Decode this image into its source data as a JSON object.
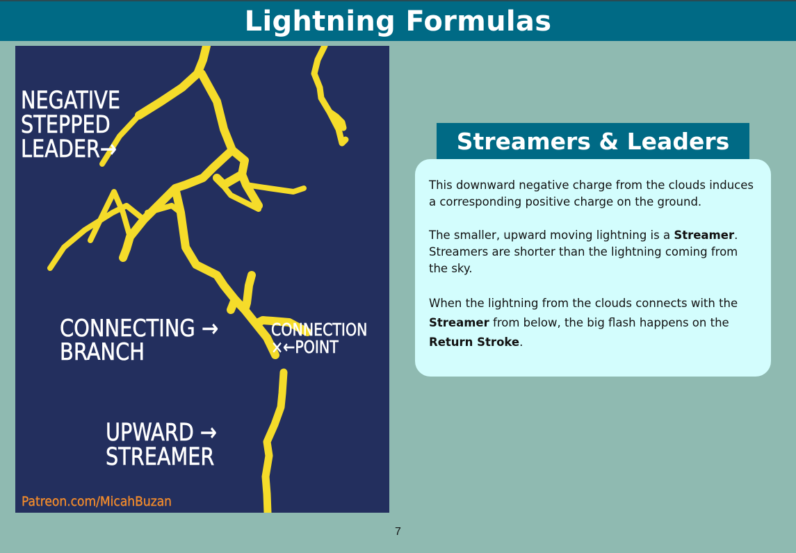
{
  "header": {
    "title": "Lightning Formulas"
  },
  "illustration": {
    "labels": {
      "negative_stepped_leader": "NEGATIVE\nSTEPPED\nLEADER→",
      "connecting_branch": "CONNECTING →\nBRANCH",
      "connection_point": "CONNECTION\n×←POINT",
      "upward_streamer": "UPWARD →\nSTREAMER"
    },
    "credit": "Patreon.com/MicahBuzan",
    "colors": {
      "background": "#232f5e",
      "lightning": "#f5dc2a",
      "credit": "#f08a2c"
    }
  },
  "card": {
    "header": "Streamers & Leaders",
    "p1": "This downward negative charge from the clouds induces a corresponding positive charge on the ground.",
    "p2_pre": "The smaller, upward moving lightning is a ",
    "p2_bold": "Streamer",
    "p2_post": ". Streamers are shorter than the lightning coming from the sky.",
    "p3_pre": "When the lightning from the clouds connects with the ",
    "p3_bold1": "Streamer",
    "p3_mid": " from below, the big flash happens on the ",
    "p3_bold2": "Return Stroke",
    "p3_post": "."
  },
  "footer": {
    "page_number": "7"
  },
  "colors": {
    "background": "#8fbab1",
    "accent": "#006a85",
    "card": "#d3fdfd"
  }
}
